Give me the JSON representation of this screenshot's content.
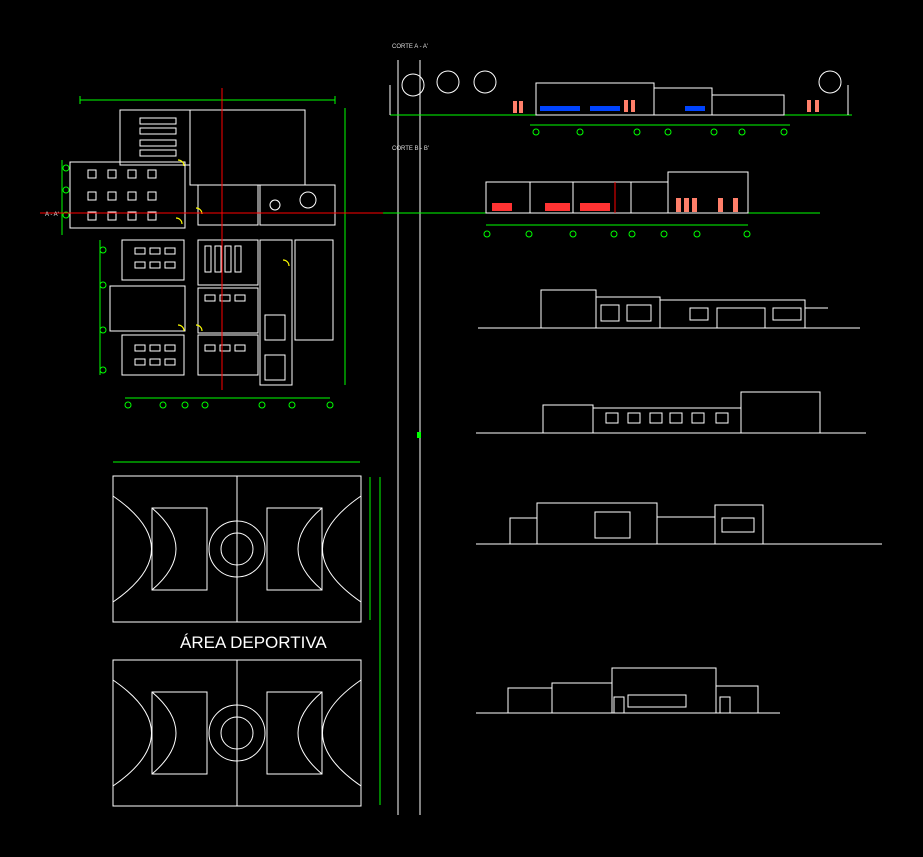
{
  "drawing": {
    "sports_area_label": "ÁREA DEPORTIVA",
    "section_a_label": "CORTE A - A'",
    "section_b_label": "CORTE B - B'",
    "plan_axis_label": "A - A'"
  },
  "colors": {
    "background": "#000000",
    "lines": "#ffffff",
    "dimensions": "#00ff00",
    "cut_lines": "#ff0000",
    "doors": "#ffff00",
    "furniture_blue": "#0044ff",
    "people": "#ff7f6a",
    "grid_bubbles": "#00ff00"
  }
}
